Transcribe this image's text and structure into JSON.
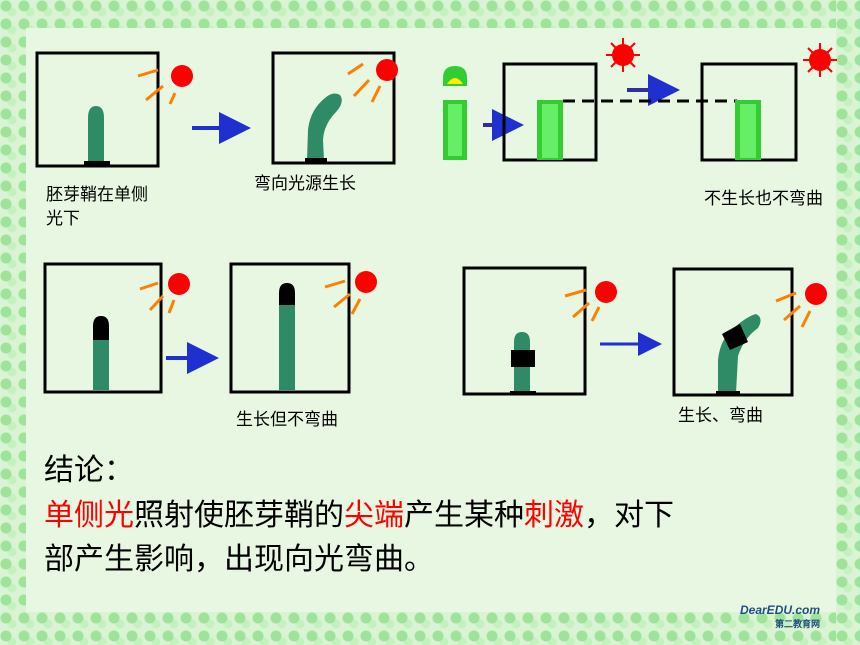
{
  "labels": {
    "exp1_before": "胚芽鞘在单侧光下",
    "exp1_after": "弯向光源生长",
    "exp2_after": "不生长也不弯曲",
    "exp3_after": "生长但不弯曲",
    "exp4_after": "生长、弯曲"
  },
  "conclusion": {
    "title": "结论：",
    "seg1": "单侧光",
    "seg2": "照射使胚芽鞘的",
    "seg3": "尖端",
    "seg4": "产生某种",
    "seg5": "刺激",
    "seg6": "，对下",
    "line2": "部产生影响，出现向光弯曲。"
  },
  "logo": {
    "main": "DearEDU.com",
    "sub": "第二教育网"
  },
  "colors": {
    "coleoptile": "#2e8b66",
    "bright_green": "#33cc33",
    "sun": "#ff0000",
    "ray": "#ff7f00",
    "arrow": "#1f2fd0",
    "cover": "#000000",
    "highlight": "#ff0000"
  }
}
